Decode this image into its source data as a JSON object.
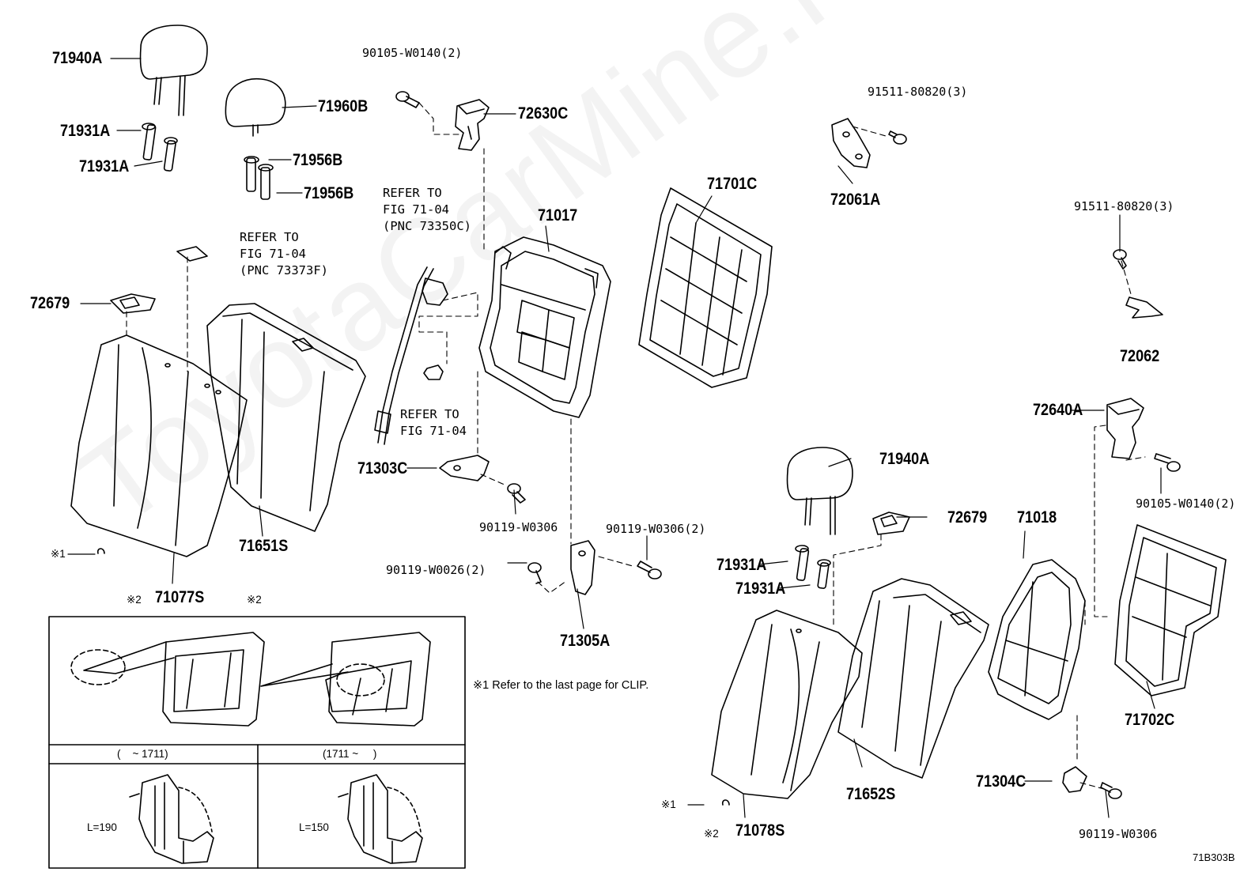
{
  "watermark": "ToyotaCarMine.ru",
  "figure_code": "71B303B",
  "labels": {
    "p71940A_top": "71940A",
    "p71960B": "71960B",
    "p71931A_1": "71931A",
    "p71931A_2": "71931A",
    "p71956B_1": "71956B",
    "p71956B_2": "71956B",
    "p90105_top": "90105-W0140(2)",
    "p72630C": "72630C",
    "p71017": "71017",
    "p71701C": "71701C",
    "p91511_1": "91511-80820(3)",
    "p72061A": "72061A",
    "p91511_2": "91511-80820(3)",
    "p72062": "72062",
    "p72679_left": "72679",
    "p71651S": "71651S",
    "p71077S": "71077S",
    "p71303C": "71303C",
    "p90119_W0306_a": "90119-W0306",
    "p90119_W0306_2": "90119-W0306(2)",
    "p90119_W0026_2": "90119-W0026(2)",
    "p71305A": "71305A",
    "p72640A": "72640A",
    "p90105_right": "90105-W0140(2)",
    "p71940A_right": "71940A",
    "p72679_right": "72679",
    "p71018": "71018",
    "p71931A_3": "71931A",
    "p71931A_4": "71931A",
    "p71702C": "71702C",
    "p71652S": "71652S",
    "p71304C": "71304C",
    "p90119_W0306_b": "90119-W0306",
    "p71078S": "71078S"
  },
  "refs": {
    "ref_73373F": "REFER TO\nFIG 71-04\n(PNC 73373F)",
    "ref_73350C": "REFER TO\nFIG 71-04\n(PNC 73350C)",
    "ref_71_04": "REFER TO\nFIG 71-04"
  },
  "notes": {
    "mark1": "※1",
    "mark2": "※2",
    "mark1_right": "※1",
    "mark2_right": "※2",
    "mark2_71077S": "※2",
    "clip_note": "※1 Refer to the last page for CLIP."
  },
  "inset": {
    "range_left": "(    ~ 1711)",
    "range_right": "(1711 ~     )",
    "len_left": "L=190",
    "len_right": "L=150"
  }
}
